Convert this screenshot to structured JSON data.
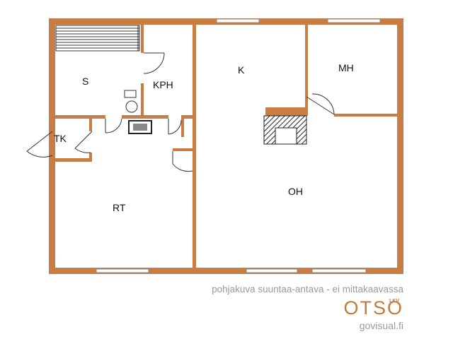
{
  "rooms": {
    "s": "S",
    "kph": "KPH",
    "k": "K",
    "mh": "MH",
    "tk": "TK",
    "rt": "RT",
    "oh": "OH"
  },
  "footer": {
    "disclaimer": "pohjakuva suuntaa-antava - ei mittakaavassa",
    "logo": "OTSO",
    "logo_sub": "LKV",
    "website": "govisual.fi"
  },
  "colors": {
    "wall": "#c87d45",
    "text": "#111111",
    "footer_text": "#9a9a9a"
  }
}
